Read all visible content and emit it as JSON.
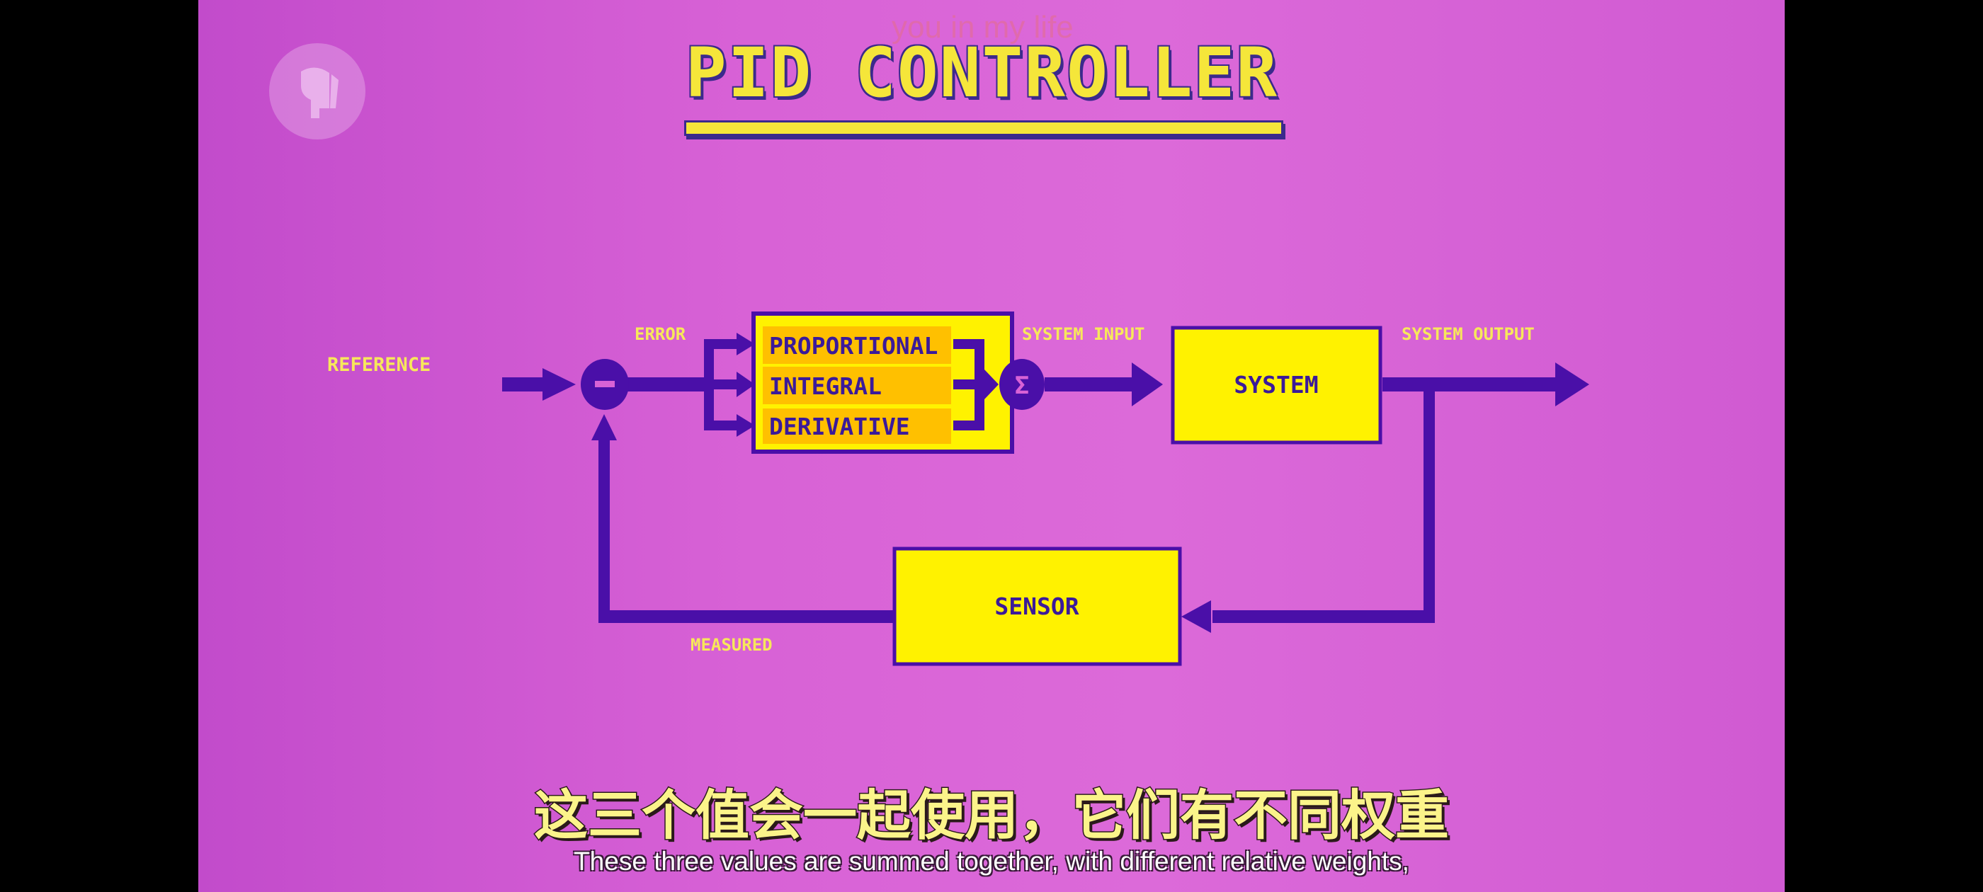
{
  "video": {
    "watermark_text": "you in my life",
    "logo": "pbs-logo-icon",
    "title": "PID CONTROLLER",
    "colors": {
      "background": "#d862d6",
      "accent_yellow": "#fff200",
      "orange": "#ffc000",
      "purple": "#4a0fa8"
    }
  },
  "diagram": {
    "reference": "REFERENCE",
    "error": "ERROR",
    "minus_symbol": "−",
    "proportional": "PROPORTIONAL",
    "integral": "INTEGRAL",
    "derivative": "DERIVATIVE",
    "sum_symbol": "Σ",
    "system_input": "SYSTEM INPUT",
    "system": "SYSTEM",
    "system_output": "SYSTEM OUTPUT",
    "sensor": "SENSOR",
    "measured": "MEASURED"
  },
  "subtitles": {
    "chinese": "这三个值会一起使用，它们有不同权重",
    "english": "These three values are summed together, with different relative weights,"
  }
}
